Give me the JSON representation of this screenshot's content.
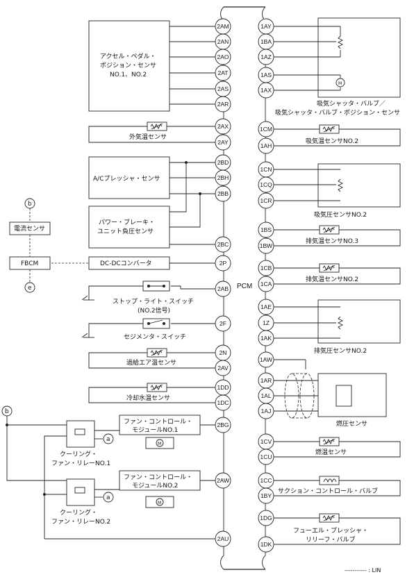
{
  "diagram": {
    "pcm_label": "PCM",
    "legend": "----------- : LIN",
    "left_pins": [
      "2AM",
      "2AN",
      "2AO",
      "2AT",
      "2AS",
      "2AR",
      "2AX",
      "2AY",
      "2BD",
      "2BH",
      "2BB",
      "2BC",
      "2P",
      "2AB",
      "2F",
      "2N",
      "2AV",
      "1DD",
      "1DC",
      "2BG",
      "2AW",
      "2AU"
    ],
    "right_pins": [
      "1AY",
      "1BA",
      "1AZ",
      "1AS",
      "1AX",
      "1CM",
      "1AH",
      "1CN",
      "1CQ",
      "1CR",
      "1BS",
      "1BW",
      "1CB",
      "1CA",
      "1AE",
      "1Z",
      "1AK",
      "1AW",
      "1AR",
      "1AL",
      "1AJ",
      "1CV",
      "1CU",
      "1CC",
      "1BY",
      "1DG",
      "1DK"
    ],
    "left_labels": {
      "accel": [
        "アクセル・ペダル・",
        "ポジション・センサ",
        "NO.1、NO.2"
      ],
      "outside_temp": "外気温センサ",
      "ac_pressure": "A/Cプレッシャ・センサ",
      "brake_vac": [
        "パワー・ブレーキ・",
        "ユニット負圧センサ"
      ],
      "current_sensor": "電流センサ",
      "fbcm": "FBCM",
      "dcdc": "DC-DCコンバータ",
      "stop_switch": [
        "ストップ・ライト・スイッチ",
        "(NO.2信号)"
      ],
      "sedimenter": "セジメンタ・スイッチ",
      "boost_air": "過給エア温センサ",
      "coolant": "冷却水温センサ",
      "fan_mod1": [
        "ファン・コントロール・",
        "モジュールNO.1"
      ],
      "fan_mod2": [
        "ファン・コントロール・",
        "モジュールNO.2"
      ],
      "relay1": [
        "クーリング・",
        "ファン・リレーNO.1"
      ],
      "relay2": [
        "クーリング・",
        "ファン・リレーNO.2"
      ],
      "conn_b": "b",
      "conn_e": "e",
      "conn_a": "a"
    },
    "right_labels": {
      "intake_shutter": [
        "吸気シャッタ・バルブ／",
        "吸気シャッタ・バルブ・ポジション・センサ"
      ],
      "intake_temp2": "吸気温センサNO.2",
      "intake_press2": "吸気圧センサNO.2",
      "exhaust_temp3": "排気温センサNO.3",
      "exhaust_temp2": "排気温センサNO.2",
      "exhaust_press2": "排気圧センサNO.2",
      "fuel_press": "燃圧センサ",
      "fuel_temp": "燃温センサ",
      "suction": "サクション・コントロール・バルブ",
      "relief": [
        "フューエル・プレッシャ・",
        "リリーフ・バルブ"
      ]
    }
  }
}
